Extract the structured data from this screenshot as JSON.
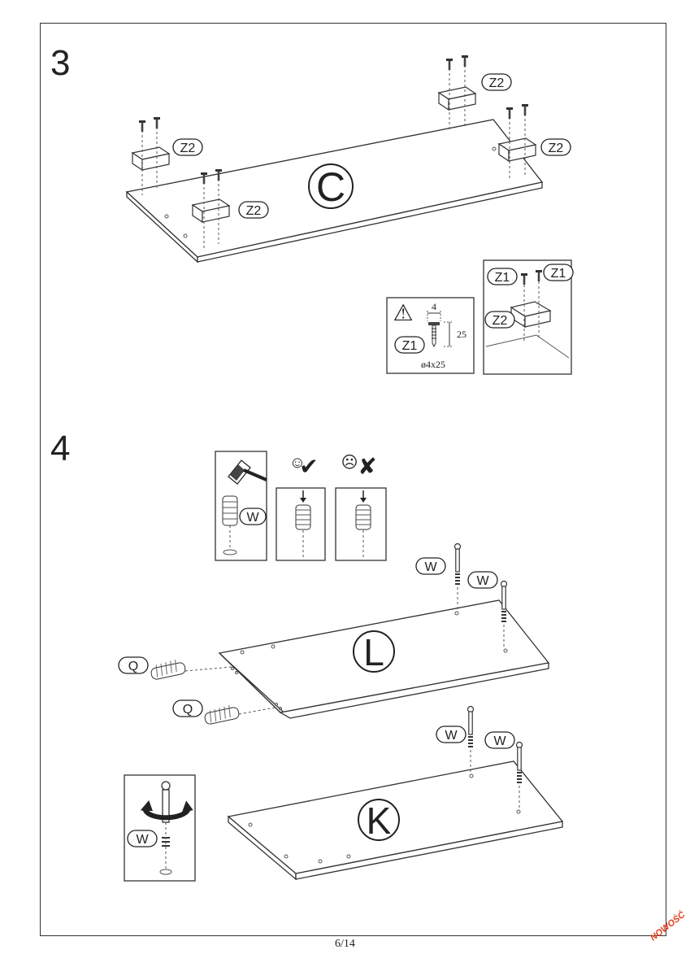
{
  "steps": [
    {
      "number": "3",
      "panel_label": "C",
      "part_labels": [
        "Z2",
        "Z2",
        "Z2",
        "Z2"
      ],
      "screw_spec": {
        "warning": "⚠",
        "label": "Z1",
        "head_width": "4",
        "length": "25",
        "size": "ø4x25"
      },
      "detail": {
        "labels": [
          "Z1",
          "Z1",
          "Z2"
        ]
      }
    },
    {
      "number": "4",
      "hints": {
        "hammer_label": "W",
        "correct_mark": "✔",
        "wrong_mark": "✘",
        "happy_face": "☺",
        "sad_face": "☹"
      },
      "panel_L": {
        "label": "L",
        "dowel_labels": [
          "Q",
          "Q"
        ],
        "bolt_labels": [
          "W",
          "W"
        ]
      },
      "panel_K": {
        "label": "K",
        "bolt_labels": [
          "W",
          "W"
        ]
      },
      "rotate_detail": {
        "label": "W"
      }
    }
  ],
  "footer": {
    "page": "6/14"
  },
  "watermark": "NOWOŚĆ"
}
